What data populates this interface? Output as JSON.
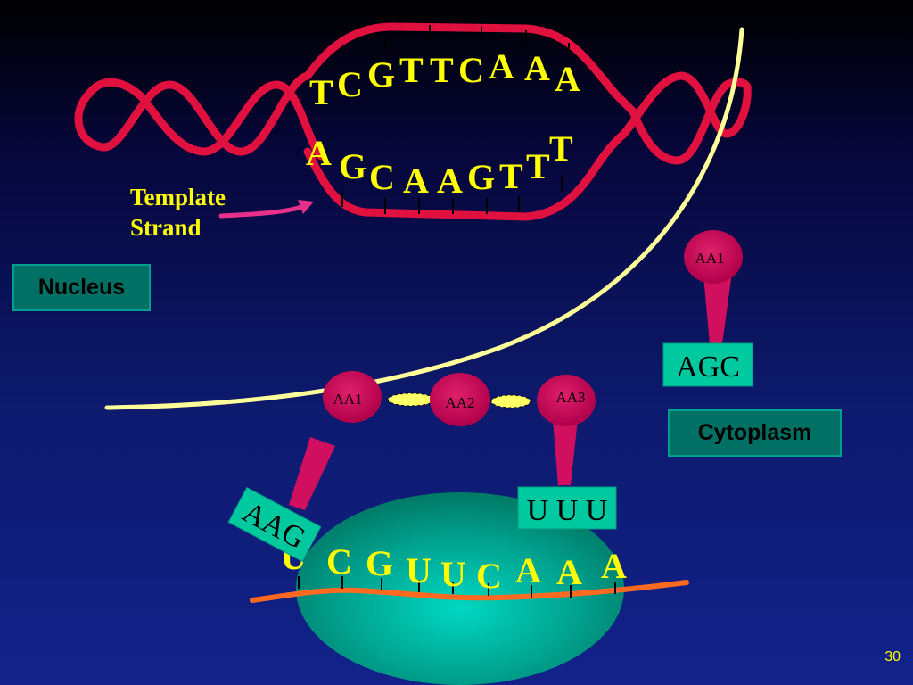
{
  "template_label": [
    "Template",
    "Strand"
  ],
  "nucleus_label": "Nucleus",
  "cytoplasm_label": "Cytoplasm",
  "top_strand": [
    {
      "base": "T"
    },
    {
      "base": "C"
    },
    {
      "base": "G"
    },
    {
      "base": "T"
    },
    {
      "base": "T"
    },
    {
      "base": "C"
    },
    {
      "base": "A"
    },
    {
      "base": "A"
    },
    {
      "base": "A"
    }
  ],
  "template_strand": [
    {
      "base": "A"
    },
    {
      "base": "G"
    },
    {
      "base": "C"
    },
    {
      "base": "A"
    },
    {
      "base": "A"
    },
    {
      "base": "G"
    },
    {
      "base": "T"
    },
    {
      "base": "T"
    },
    {
      "base": "T"
    }
  ],
  "mrna_bases": [
    {
      "base": "U"
    },
    {
      "base": "C"
    },
    {
      "base": "G"
    },
    {
      "base": "U"
    },
    {
      "base": "U"
    },
    {
      "base": "C"
    },
    {
      "base": "A"
    },
    {
      "base": "A"
    },
    {
      "base": "A"
    }
  ],
  "trna_free": {
    "amino_acid": "AA1",
    "anticodon": "AGC"
  },
  "trna_left": {
    "anticodon": "AAG"
  },
  "trna_right": {
    "amino_acid": "AA3",
    "anticodon": "U U U"
  },
  "chain": [
    {
      "label": "AA1"
    },
    {
      "label": "AA2"
    },
    {
      "label": "AA3"
    }
  ],
  "slide_number": "30",
  "colors": {
    "dna": "#e0103f",
    "membrane": "#ffff99",
    "base_text": "#ffff00",
    "amino_acid": "#c0004f",
    "codon_box": "#00c9a0",
    "label_box": "#007064",
    "ribosome": "#00c9b5",
    "mrna": "#ff6a20"
  }
}
